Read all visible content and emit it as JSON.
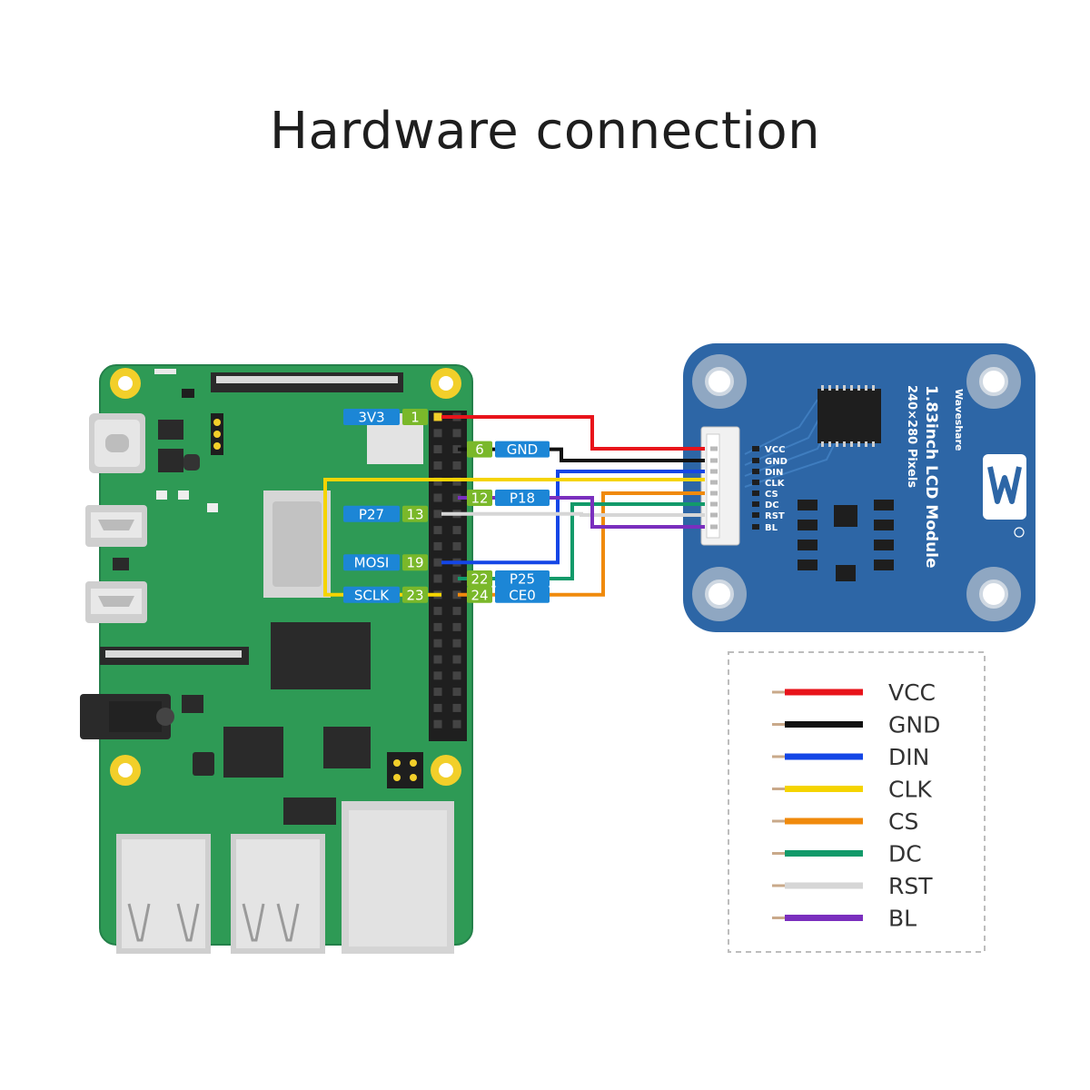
{
  "title": "Hardware connection",
  "pi_pins": [
    {
      "label": "3V3",
      "num": "1",
      "side": "left"
    },
    {
      "label": "GND",
      "num": "6",
      "side": "right"
    },
    {
      "label": "P18",
      "num": "12",
      "side": "right"
    },
    {
      "label": "P27",
      "num": "13",
      "side": "left"
    },
    {
      "label": "MOSI",
      "num": "19",
      "side": "left"
    },
    {
      "label": "P25",
      "num": "22",
      "side": "right"
    },
    {
      "label": "SCLK",
      "num": "23",
      "side": "left"
    },
    {
      "label": "CE0",
      "num": "24",
      "side": "right"
    }
  ],
  "lcd_module": {
    "brand": "Waveshare",
    "name": "1.83inch LCD Module",
    "resolution": "240×280 Pixels",
    "pins": [
      "VCC",
      "GND",
      "DIN",
      "CLK",
      "CS",
      "DC",
      "RST",
      "BL"
    ]
  },
  "legend": [
    {
      "label": "VCC",
      "color": "#e8141b"
    },
    {
      "label": "GND",
      "color": "#111111"
    },
    {
      "label": "DIN",
      "color": "#1446e6"
    },
    {
      "label": "CLK",
      "color": "#f5d400"
    },
    {
      "label": "CS",
      "color": "#f08a0c"
    },
    {
      "label": "DC",
      "color": "#129a6a"
    },
    {
      "label": "RST",
      "color": "#d6d6d6"
    },
    {
      "label": "BL",
      "color": "#7a2fbe"
    }
  ],
  "colors": {
    "pi_board": "#2e9a55",
    "lcd_board": "#2d66a6",
    "pin_label_bg": "#1c86d6",
    "pin_num_bg": "#7ab82a"
  }
}
